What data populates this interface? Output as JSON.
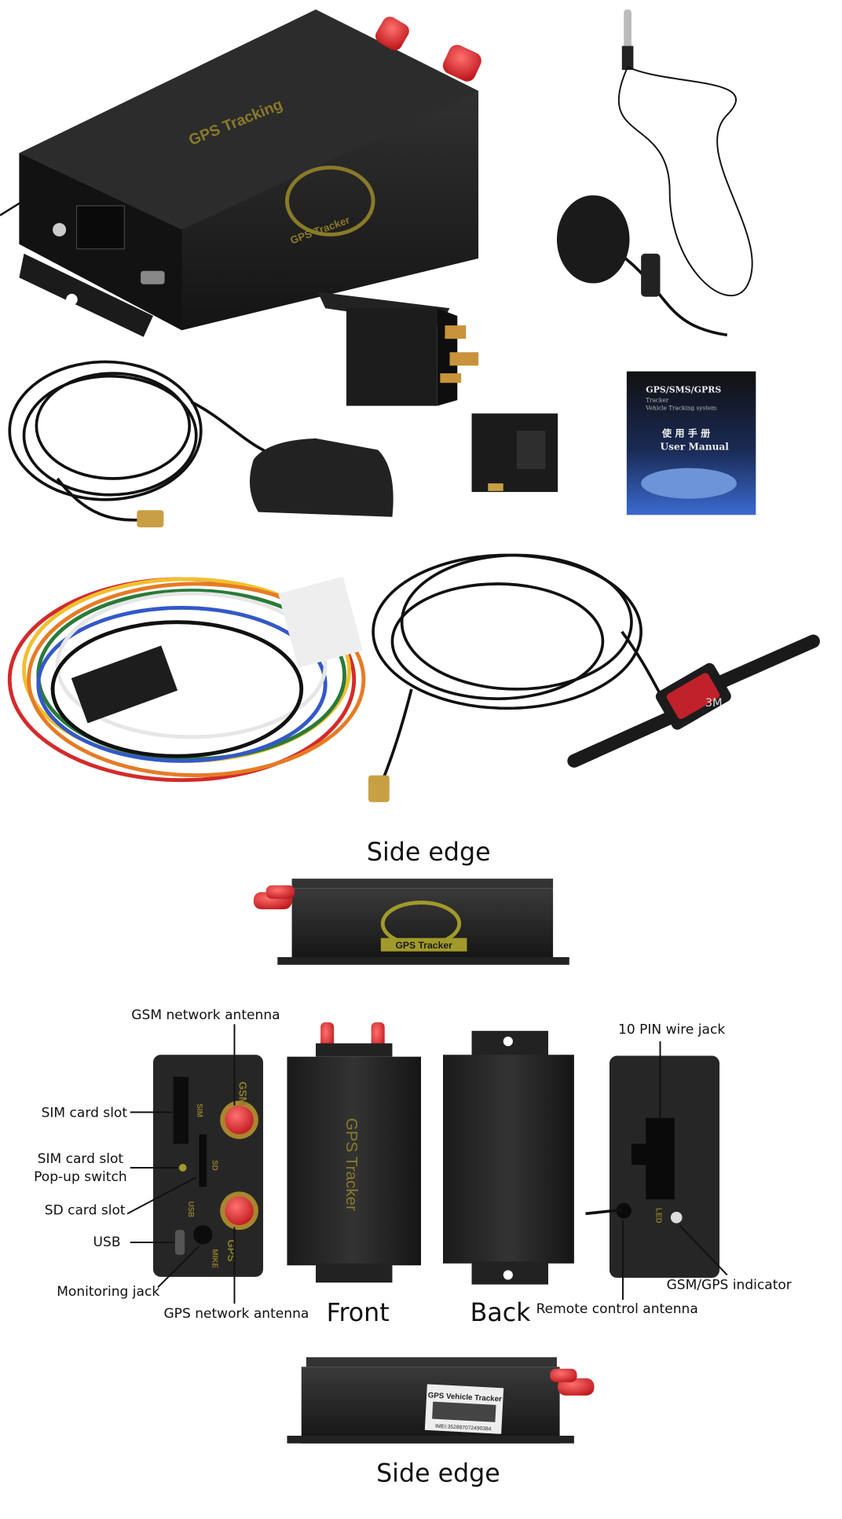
{
  "product": {
    "device_print": "GPS Tracking",
    "logo_text": "GPS Tracker",
    "sticker_title": "GPS Vehicle Tracker",
    "sticker_imei": "IMEI:352887072490384",
    "antenna_brand": "3M",
    "port_labels": {
      "sim": "SIM",
      "sd": "SD",
      "usb": "USB",
      "mike": "MIKE",
      "gsm": "GSM",
      "gps": "GPS",
      "led": "LED"
    }
  },
  "manual": {
    "line1": "GPS/SMS/GPRS",
    "line2": "Tracker",
    "line3": "Vehicle Tracking system",
    "line4": "使 用 手 册",
    "line5": "User Manual"
  },
  "captions": {
    "side_edge_top": "Side edge",
    "front": "Front",
    "back": "Back",
    "side_edge_bottom": "Side edge"
  },
  "callouts": {
    "gsm_antenna": "GSM network antenna",
    "pin_jack": "10 PIN wire jack",
    "sim_slot": "SIM card slot",
    "popup_1": "SIM card slot",
    "popup_2": "Pop-up switch",
    "sd_slot": "SD card slot",
    "usb": "USB",
    "monitoring": "Monitoring jack",
    "gps_antenna": "GPS network antenna",
    "remote": "Remote control antenna",
    "indicator": "GSM/GPS indicator"
  },
  "colors": {
    "device": "#1e1e1e",
    "antenna_cap": "#d8262a",
    "gold": "#8a7a2a"
  }
}
